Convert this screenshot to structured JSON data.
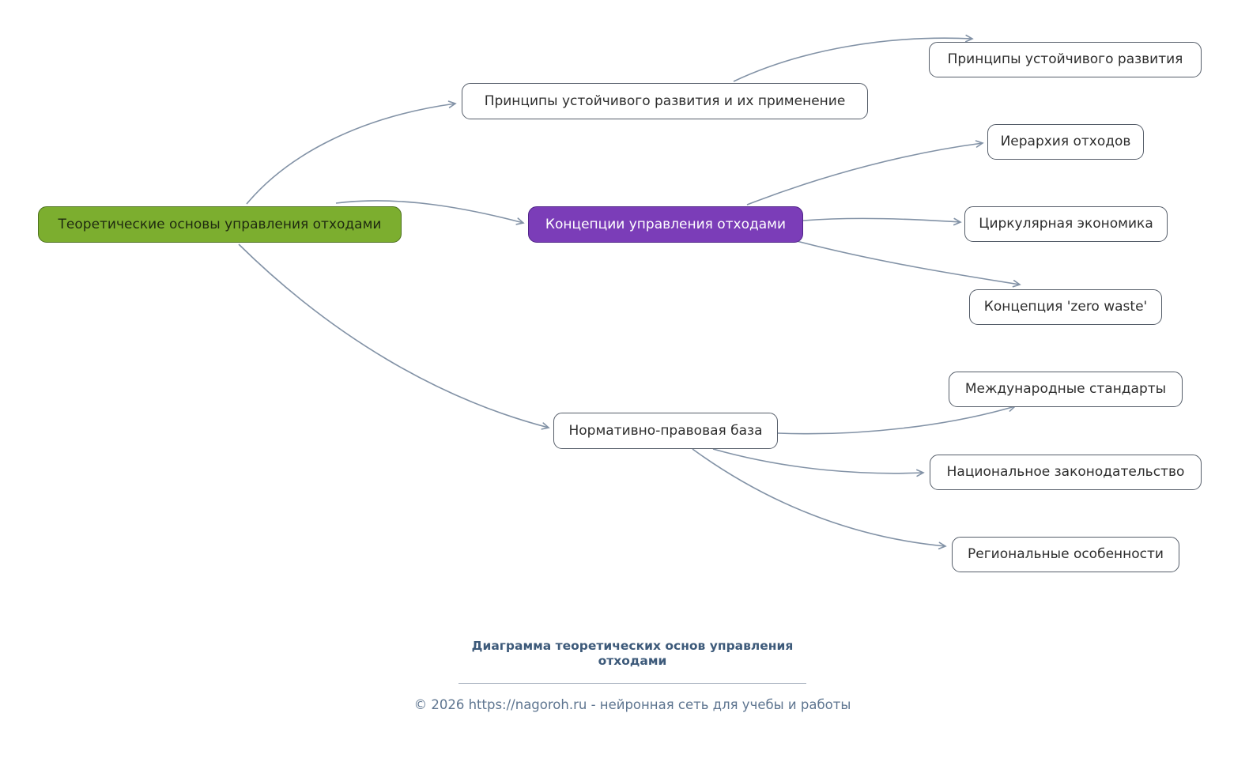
{
  "diagram": {
    "nodes": {
      "root": {
        "label": "Теоретические основы управления отходами"
      },
      "principles": {
        "label": "Принципы устойчивого развития и их применение"
      },
      "principles_child": {
        "label": "Принципы устойчивого развития"
      },
      "concepts": {
        "label": "Концепции управления отходами"
      },
      "hierarchy": {
        "label": "Иерархия отходов"
      },
      "circular": {
        "label": "Циркулярная экономика"
      },
      "zero_waste": {
        "label": "Концепция 'zero waste'"
      },
      "legal": {
        "label": "Нормативно-правовая база"
      },
      "intl_standards": {
        "label": "Международные стандарты"
      },
      "national_law": {
        "label": "Национальное законодательство"
      },
      "regional": {
        "label": "Региональные особенности"
      }
    },
    "edges": [
      {
        "from": "root",
        "to": "principles"
      },
      {
        "from": "root",
        "to": "concepts"
      },
      {
        "from": "root",
        "to": "legal"
      },
      {
        "from": "principles",
        "to": "principles_child"
      },
      {
        "from": "concepts",
        "to": "hierarchy"
      },
      {
        "from": "concepts",
        "to": "circular"
      },
      {
        "from": "concepts",
        "to": "zero_waste"
      },
      {
        "from": "legal",
        "to": "intl_standards"
      },
      {
        "from": "legal",
        "to": "national_law"
      },
      {
        "from": "legal",
        "to": "regional"
      }
    ],
    "colors": {
      "root_fill": "#7cae2f",
      "root_border": "#4c701d",
      "concepts_fill": "#7b3db8",
      "concepts_border": "#4f2387",
      "leaf_fill": "#ffffff",
      "leaf_border": "#555d69",
      "edge": "#8292a6",
      "footer_title": "#3d5a7a",
      "footer_text": "#5e7590"
    }
  },
  "footer": {
    "title": "Диаграмма теоретических основ управления отходами",
    "copyright": {
      "prefix": "© 2026 ",
      "link_text": "https://nagoroh.ru",
      "suffix": " - нейронная сеть для учебы и работы"
    }
  }
}
